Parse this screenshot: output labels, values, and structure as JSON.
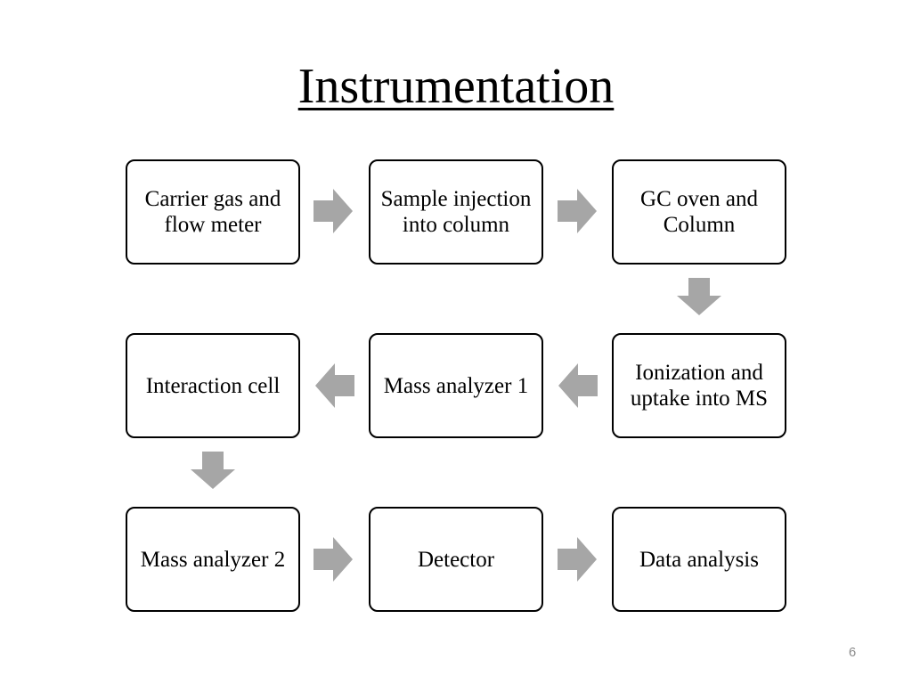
{
  "slide": {
    "title": "Instrumentation",
    "page_number": "6"
  },
  "flow": {
    "steps": [
      {
        "id": "carrier",
        "label": "Carrier gas and flow meter"
      },
      {
        "id": "injection",
        "label": "Sample injection into column"
      },
      {
        "id": "gc-oven",
        "label": "GC oven and Column"
      },
      {
        "id": "ionization",
        "label": "Ionization and uptake into MS"
      },
      {
        "id": "mass-analyzer-1",
        "label": "Mass analyzer 1"
      },
      {
        "id": "interaction-cell",
        "label": "Interaction cell"
      },
      {
        "id": "mass-analyzer-2",
        "label": "Mass analyzer 2"
      },
      {
        "id": "detector",
        "label": "Detector"
      },
      {
        "id": "data-analysis",
        "label": "Data analysis"
      }
    ],
    "arrow_color": "#a6a6a6",
    "box_border_color": "#000000"
  }
}
